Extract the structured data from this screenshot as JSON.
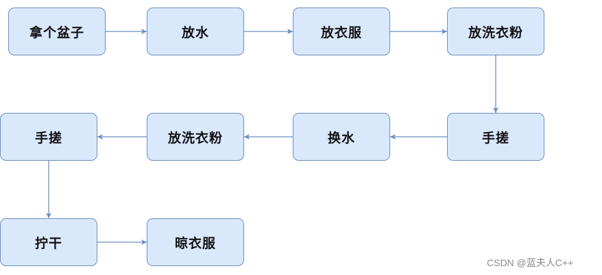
{
  "steps": [
    {
      "id": "n1",
      "label": "拿个盆子"
    },
    {
      "id": "n2",
      "label": "放水"
    },
    {
      "id": "n3",
      "label": "放衣服"
    },
    {
      "id": "n4",
      "label": "放洗衣粉"
    },
    {
      "id": "n5",
      "label": "手搓"
    },
    {
      "id": "n6",
      "label": "换水"
    },
    {
      "id": "n7",
      "label": "放洗衣粉"
    },
    {
      "id": "n8",
      "label": "手搓"
    },
    {
      "id": "n9",
      "label": "拧干"
    },
    {
      "id": "n10",
      "label": "晾衣服"
    }
  ],
  "edges": [
    [
      "n1",
      "n2"
    ],
    [
      "n2",
      "n3"
    ],
    [
      "n3",
      "n4"
    ],
    [
      "n4",
      "n5"
    ],
    [
      "n5",
      "n6"
    ],
    [
      "n6",
      "n7"
    ],
    [
      "n7",
      "n8"
    ],
    [
      "n8",
      "n9"
    ],
    [
      "n9",
      "n10"
    ]
  ],
  "colors": {
    "node_fill": "#dae8fc",
    "node_stroke": "#6c8ebf",
    "edge": "#6c8ebf"
  },
  "watermark": "CSDN @蓝夫人C++"
}
